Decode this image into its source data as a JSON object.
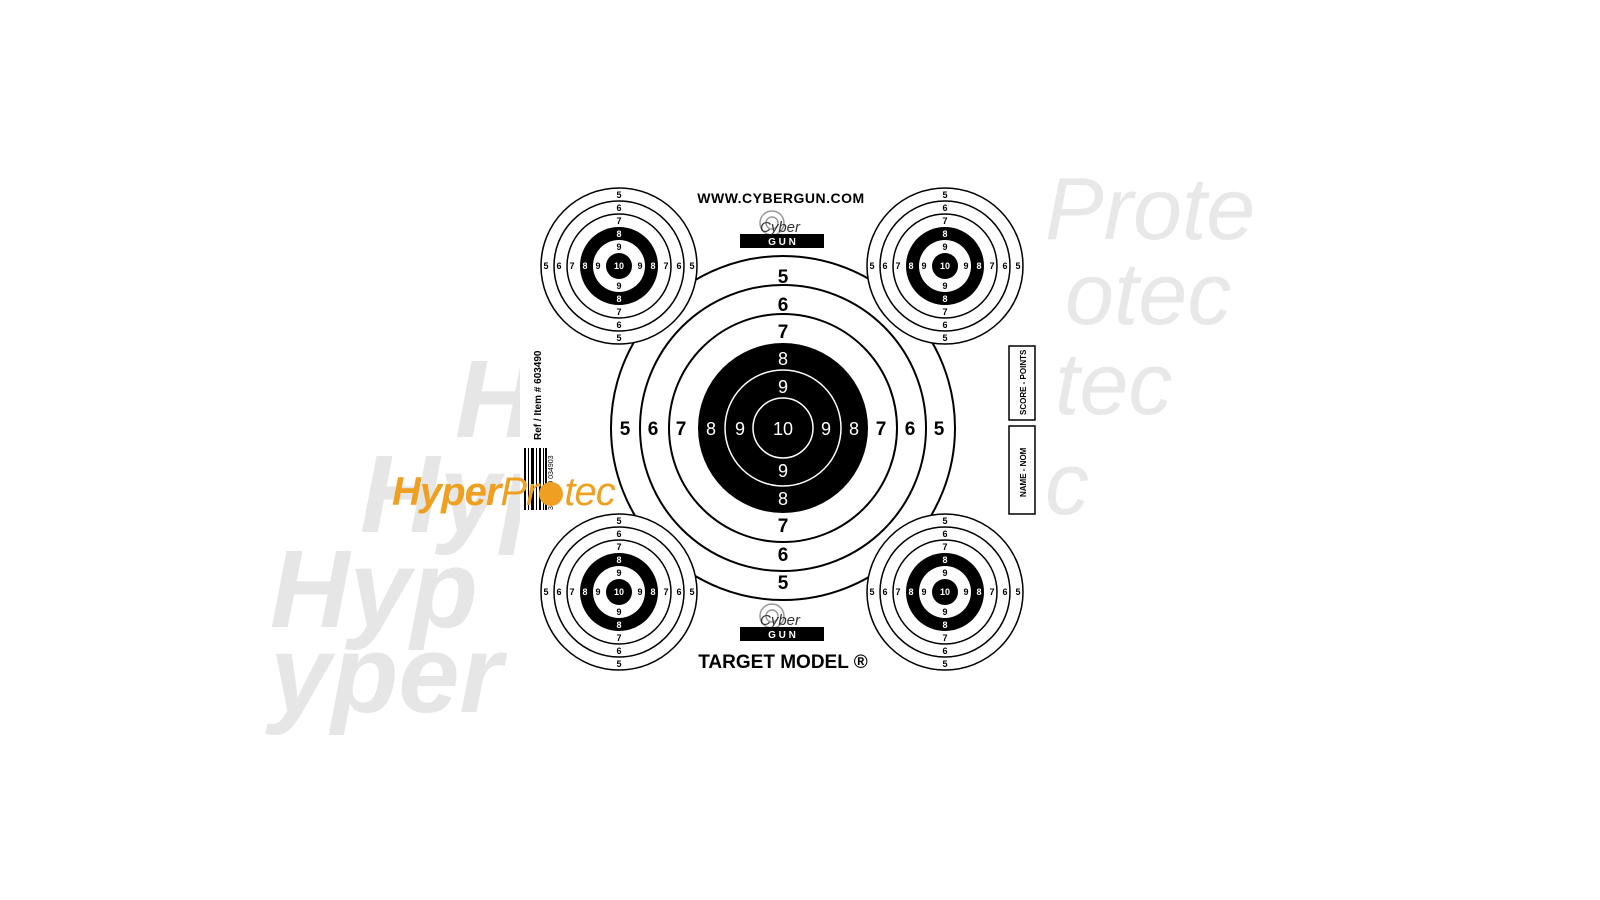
{
  "watermark": {
    "left_words": [
      "Hy",
      "Hype",
      "Hyp",
      "yper"
    ],
    "right_words": [
      "Prote",
      "otec",
      "tec",
      "c"
    ]
  },
  "brand": {
    "name_part1": "Hyper",
    "name_part2": "Pr",
    "name_part3": "tec",
    "color": "#f0a020"
  },
  "sheet": {
    "website": "WWW.CYBERGUN.COM",
    "logo_top": "Cyber",
    "logo_bottom": "G U N",
    "model": "TARGET MODEL ®",
    "ref_label": "Ref / Item # 603490",
    "barcode_number": "3 559960 034903",
    "score_label": "SCORE - POINTS",
    "name_label": "NAME - NOM"
  },
  "main_target": {
    "rings": [
      "5",
      "6",
      "7",
      "8",
      "9",
      "10"
    ]
  },
  "small_target": {
    "rings": [
      "5",
      "6",
      "7",
      "8",
      "9",
      "10"
    ]
  },
  "colors": {
    "ink": "#000000",
    "paper": "#ffffff",
    "watermark": "#e6e6e6"
  }
}
